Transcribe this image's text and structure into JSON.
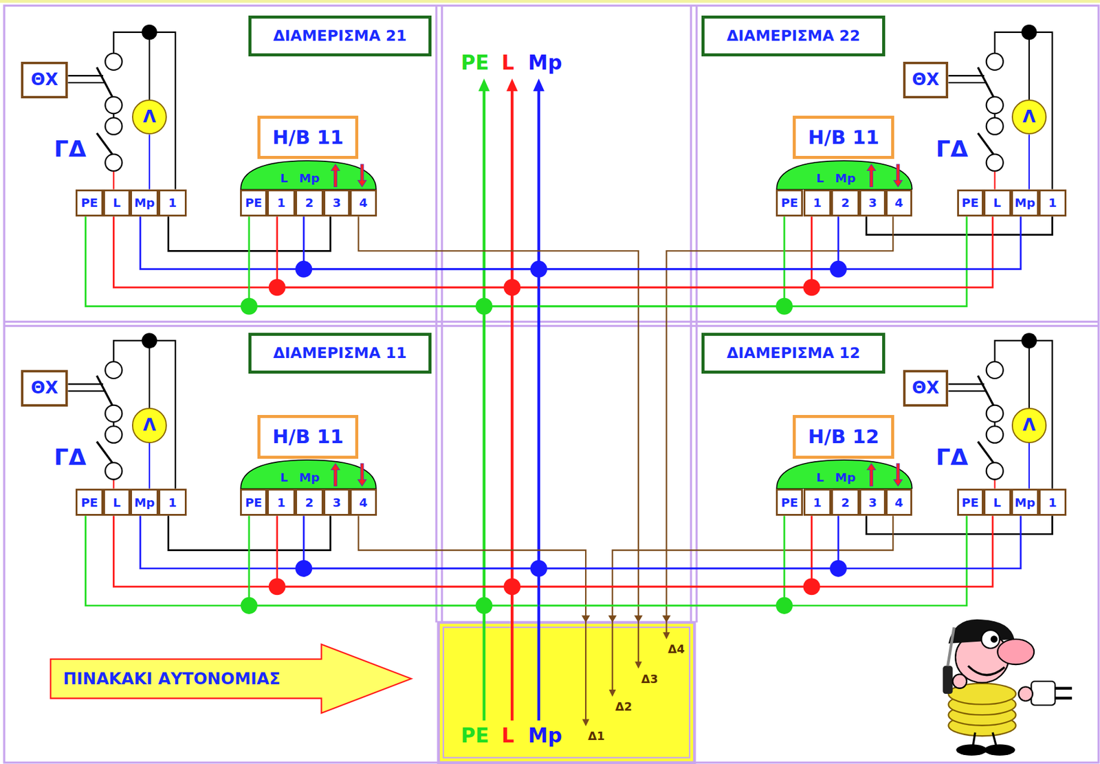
{
  "diagram": {
    "nodes": [
      {
        "text": [
          "ΔΙΑΜΕΡΙΣΜΑ 21"
        ]
      },
      {
        "text": [
          "ΘΧ"
        ]
      },
      {
        "text": [
          "Λ"
        ]
      },
      {
        "text": [
          "Η/Β 11"
        ]
      },
      {
        "text": [
          "L",
          "Mp"
        ]
      },
      {
        "text": [
          "PE"
        ]
      },
      {
        "text": [
          "L"
        ]
      },
      {
        "text": [
          "Mp"
        ]
      },
      {
        "text": [
          "1"
        ]
      },
      {
        "text": [
          "PE"
        ]
      },
      {
        "text": [
          "1"
        ]
      },
      {
        "text": [
          "2"
        ]
      },
      {
        "text": [
          "3"
        ]
      },
      {
        "text": [
          "4"
        ]
      },
      {
        "text": [
          "ΔΙΑΜΕΡΙΣΜΑ 22"
        ]
      },
      {
        "text": [
          "ΘΧ"
        ]
      },
      {
        "text": [
          "Λ"
        ]
      },
      {
        "text": [
          "Η/Β 11"
        ]
      },
      {
        "text": [
          "L",
          "Mp"
        ]
      },
      {
        "text": [
          "PE"
        ]
      },
      {
        "text": [
          "L"
        ]
      },
      {
        "text": [
          "Mp"
        ]
      },
      {
        "text": [
          "1"
        ]
      },
      {
        "text": [
          "PE"
        ]
      },
      {
        "text": [
          "1"
        ]
      },
      {
        "text": [
          "2"
        ]
      },
      {
        "text": [
          "3"
        ]
      },
      {
        "text": [
          "4"
        ]
      },
      {
        "text": [
          "ΔΙΑΜΕΡΙΣΜΑ 11"
        ]
      },
      {
        "text": [
          "ΘΧ"
        ]
      },
      {
        "text": [
          "Λ"
        ]
      },
      {
        "text": [
          "Η/Β 11"
        ]
      },
      {
        "text": [
          "L",
          "Mp"
        ]
      },
      {
        "text": [
          "PE"
        ]
      },
      {
        "text": [
          "L"
        ]
      },
      {
        "text": [
          "Mp"
        ]
      },
      {
        "text": [
          "1"
        ]
      },
      {
        "text": [
          "PE"
        ]
      },
      {
        "text": [
          "1"
        ]
      },
      {
        "text": [
          "2"
        ]
      },
      {
        "text": [
          "3"
        ]
      },
      {
        "text": [
          "4"
        ]
      },
      {
        "text": [
          "ΔΙΑΜΕΡΙΣΜΑ 12"
        ]
      },
      {
        "text": [
          "ΘΧ"
        ]
      },
      {
        "text": [
          "Λ"
        ]
      },
      {
        "text": [
          "Η/Β 12"
        ]
      },
      {
        "text": [
          "L",
          "Mp"
        ]
      },
      {
        "text": [
          "PE"
        ]
      },
      {
        "text": [
          "L"
        ]
      },
      {
        "text": [
          "Mp"
        ]
      },
      {
        "text": [
          "1"
        ]
      },
      {
        "text": [
          "PE"
        ]
      },
      {
        "text": [
          "1"
        ]
      },
      {
        "text": [
          "2"
        ]
      },
      {
        "text": [
          "3"
        ]
      },
      {
        "text": [
          "4"
        ]
      },
      {
        "text": [
          "PE",
          "L",
          "Mp",
          "Δ1",
          "Δ2",
          "Δ3",
          "Δ4"
        ]
      },
      {
        "text": [
          "ΠΙΝΑΚΑΚΙ ΑΥΤΟΝΟΜΙΑΣ"
        ]
      }
    ],
    "edges": [
      {
        "from": 8,
        "to": 12,
        "arrow": "none"
      },
      {
        "from": 13,
        "to": 56,
        "arrow": "to"
      },
      {
        "from": 5,
        "to": 56,
        "arrow": "none"
      },
      {
        "from": 6,
        "to": 56,
        "arrow": "none"
      },
      {
        "from": 7,
        "to": 56,
        "arrow": "none"
      },
      {
        "from": 9,
        "to": 56,
        "arrow": "none"
      },
      {
        "from": 10,
        "to": 56,
        "arrow": "none"
      },
      {
        "from": 11,
        "to": 56,
        "arrow": "none"
      },
      {
        "from": 22,
        "to": 26,
        "arrow": "none"
      },
      {
        "from": 27,
        "to": 56,
        "arrow": "to"
      },
      {
        "from": 19,
        "to": 56,
        "arrow": "none"
      },
      {
        "from": 20,
        "to": 56,
        "arrow": "none"
      },
      {
        "from": 21,
        "to": 56,
        "arrow": "none"
      },
      {
        "from": 23,
        "to": 56,
        "arrow": "none"
      },
      {
        "from": 24,
        "to": 56,
        "arrow": "none"
      },
      {
        "from": 25,
        "to": 56,
        "arrow": "none"
      },
      {
        "from": 36,
        "to": 40,
        "arrow": "none"
      },
      {
        "from": 41,
        "to": 56,
        "arrow": "to"
      },
      {
        "from": 33,
        "to": 56,
        "arrow": "none"
      },
      {
        "from": 34,
        "to": 56,
        "arrow": "none"
      },
      {
        "from": 35,
        "to": 56,
        "arrow": "none"
      },
      {
        "from": 37,
        "to": 56,
        "arrow": "none"
      },
      {
        "from": 38,
        "to": 56,
        "arrow": "none"
      },
      {
        "from": 39,
        "to": 56,
        "arrow": "none"
      },
      {
        "from": 50,
        "to": 54,
        "arrow": "none"
      },
      {
        "from": 55,
        "to": 56,
        "arrow": "to"
      },
      {
        "from": 47,
        "to": 56,
        "arrow": "none"
      },
      {
        "from": 48,
        "to": 56,
        "arrow": "none"
      },
      {
        "from": 49,
        "to": 56,
        "arrow": "none"
      },
      {
        "from": 51,
        "to": 56,
        "arrow": "none"
      },
      {
        "from": 52,
        "to": 56,
        "arrow": "none"
      },
      {
        "from": 53,
        "to": 56,
        "arrow": "none"
      }
    ],
    "labels": [
      "PE",
      "L",
      "Mp",
      "ΓΔ",
      "ΓΔ",
      "ΓΔ",
      "ΓΔ"
    ]
  }
}
